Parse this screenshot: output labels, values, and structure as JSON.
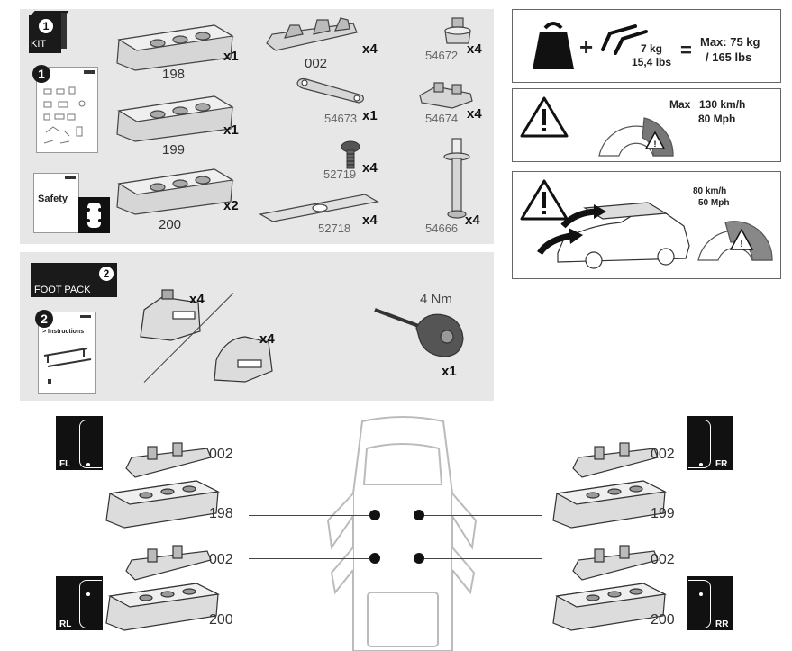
{
  "kit": {
    "badge": "1",
    "label": "KIT",
    "doc_number": "1",
    "safety_label": "Safety",
    "parts": [
      {
        "code": "198",
        "qty": "x1"
      },
      {
        "code": "199",
        "qty": "x1"
      },
      {
        "code": "200",
        "qty": "x2"
      },
      {
        "code": "002",
        "qty": "x4"
      },
      {
        "code": "54673",
        "qty": "x1"
      },
      {
        "code": "52719",
        "qty": "x4"
      },
      {
        "code": "52718",
        "qty": "x4"
      },
      {
        "code": "54672",
        "qty": "x4"
      },
      {
        "code": "54674",
        "qty": "x4"
      },
      {
        "code": "54666",
        "qty": "x4"
      }
    ]
  },
  "foot_pack": {
    "badge": "2",
    "label": "FOOT PACK",
    "doc_number": "2",
    "instructions_label": "> Instructions",
    "foot_a_qty": "x4",
    "foot_b_qty": "x4",
    "tool_torque": "4 Nm",
    "tool_qty": "x1"
  },
  "load": {
    "weight_kg": "7 kg",
    "weight_lbs": "15,4 lbs",
    "equals": "=",
    "plus": "+",
    "max_line1": "Max: 75 kg",
    "max_line2": "/ 165 lbs"
  },
  "speed": {
    "max_label": "Max",
    "kmh": "130 km/h",
    "mph": "80 Mph"
  },
  "overhang": {
    "kmh": "80 km/h",
    "mph": "50 Mph"
  },
  "positions": {
    "fl": {
      "tag": "FL",
      "top_code": "002",
      "foot_code": "198"
    },
    "fr": {
      "tag": "FR",
      "top_code": "002",
      "foot_code": "199"
    },
    "rl": {
      "tag": "RL",
      "top_code": "002",
      "foot_code": "200"
    },
    "rr": {
      "tag": "RR",
      "top_code": "002",
      "foot_code": "200"
    }
  }
}
